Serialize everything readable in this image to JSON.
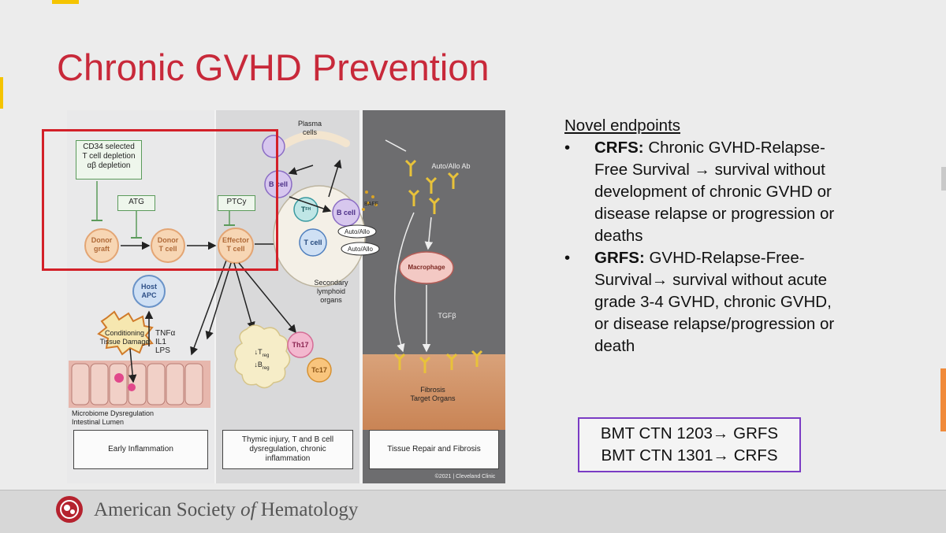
{
  "title": "Chronic GVHD Prevention",
  "figure": {
    "boxes": {
      "cd34": [
        "CD34 selected",
        "T cell depletion",
        "αβ depletion"
      ],
      "atg": "ATG",
      "ptcy": "PTCy"
    },
    "cells": {
      "donor_graft": [
        "Donor",
        "graft"
      ],
      "donor_tcell": [
        "Donor",
        "T cell"
      ],
      "effector_tcell": [
        "Effector",
        "T cell"
      ],
      "host_apc": [
        "Host",
        "APC"
      ],
      "b_cell_top": "B cell",
      "tfh": "T",
      "tfh_sub": "FH",
      "b_cell_mid": "B cell",
      "t_cell": "T cell",
      "th17": "Th17",
      "tc17": "Tc17",
      "macrophage": "Macrophage"
    },
    "labels": {
      "plasma_cells": [
        "Plasma",
        "cells"
      ],
      "baff": "BAFF",
      "auto_allo_1": "Auto/Allo",
      "auto_allo_2": "Auto/Allo",
      "secondary": [
        "Secondary",
        "lymphoid",
        "organs"
      ],
      "auto_allo_ab": "Auto/Allo Ab",
      "tgfb": "TGFβ",
      "fibrosis": [
        "Fibrosis",
        "Target Organs"
      ],
      "conditioning": [
        "Conditioning",
        "Tissue Damage"
      ],
      "cytokines": [
        "TNFα",
        "IL1",
        "LPS"
      ],
      "microbiome": [
        "Microbiome Dysregulation",
        "Intestinal Lumen"
      ],
      "treg": "↓T",
      "treg_sub": "reg",
      "breg": "↓B",
      "breg_sub": "reg",
      "copyright": "©2021 | Cleveland Clinic"
    },
    "captions": {
      "early": "Early Inflammation",
      "thymic": "Thymic injury, T and B cell dysregulation, chronic inflammation",
      "repair": "Tissue Repair and Fibrosis"
    }
  },
  "right": {
    "heading": "Novel endpoints",
    "bullet": "•",
    "crfs_label": "CRFS:",
    "crfs_text": " Chronic GVHD-Relapse-Free Survival → survival without development of chronic GVHD or disease relapse or progression or deaths",
    "grfs_label": "GRFS:",
    "grfs_text": " GVHD-Relapse-Free-Survival→ survival without acute grade 3-4 GVHD, chronic GVHD, or disease relapse/progression or death"
  },
  "trials": {
    "line1": "BMT CTN 1203→ GRFS",
    "line2": "BMT CTN 1301→ CRFS"
  },
  "footer": {
    "org_pre": "American Society ",
    "org_of": "of",
    "org_post": " Hematology"
  },
  "colors": {
    "title": "#c8293a",
    "highlight_box": "#d32028",
    "trials_border": "#7a3bc4"
  }
}
